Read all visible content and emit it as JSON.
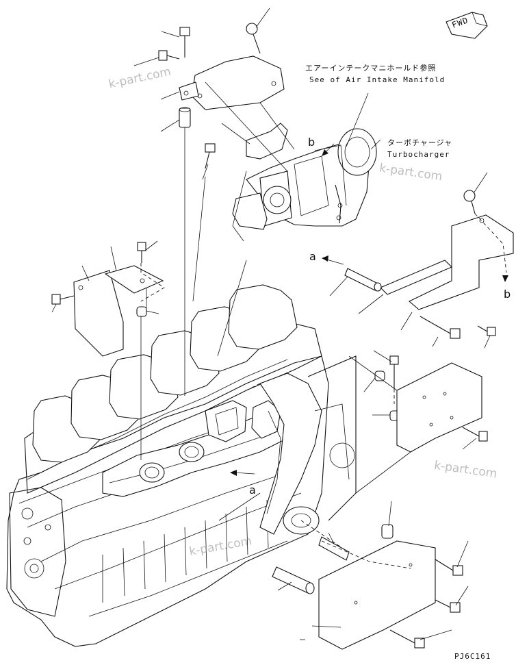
{
  "labels": {
    "air_intake_jp": "エアーインテークマニホールド参照",
    "air_intake_en": "See of Air Intake Manifold",
    "turbo_jp": "ターボチャージャ",
    "turbo_en": "Turbocharger",
    "fwd": "FWD",
    "drawing_code": "PJ6C161"
  },
  "reference_letters": {
    "b_top": "b",
    "b_right": "b",
    "a_upper": "a",
    "a_lower": "a"
  },
  "watermarks": [
    "k-part.com",
    "k-part.com",
    "k-part.com",
    "k-part.com"
  ],
  "colors": {
    "line": "#111111",
    "watermark": "#8a8a8a",
    "background": "#ffffff"
  }
}
